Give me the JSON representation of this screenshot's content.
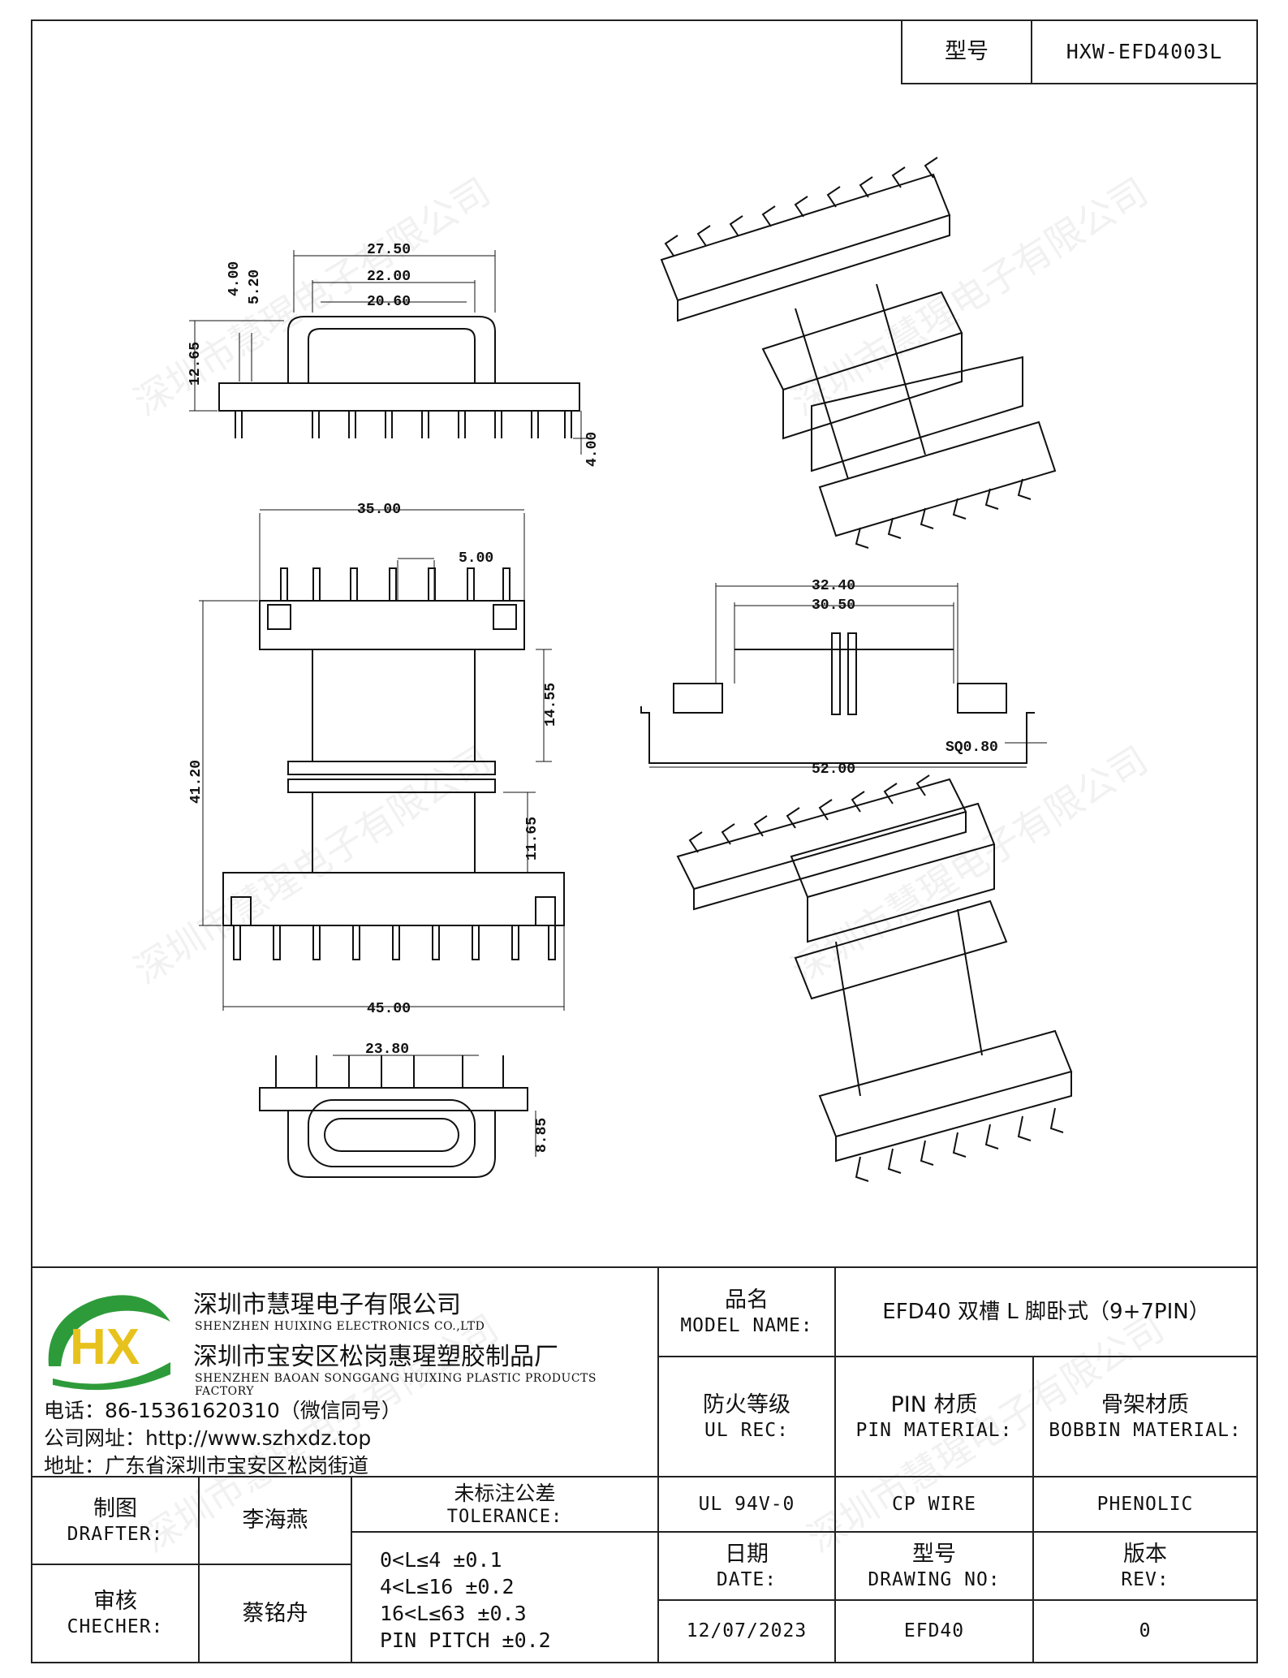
{
  "header": {
    "model_label": "型号",
    "model_value": "HXW-EFD4003L"
  },
  "watermark": "深圳市慧瑆电子有限公司",
  "dimensions": {
    "A": "12.65",
    "B": "4.00",
    "C": "5.20",
    "D": "27.50",
    "E": "22.00",
    "F": "20.60",
    "G": "4.00",
    "H": "35.00",
    "I": "5.00",
    "J": "41.20",
    "K": "14.55",
    "L": "11.65",
    "M": "45.00",
    "N1": "32.40",
    "N2": "30.50",
    "O": "SQ0.80",
    "P": "52.00",
    "Q": "23.80",
    "R": "8.85"
  },
  "company": {
    "logo_text": "HX",
    "name_cn_1": "深圳市慧瑆电子有限公司",
    "name_en_1": "SHENZHEN HUIXING ELECTRONICS CO.,LTD",
    "name_cn_2": "深圳市宝安区松岗惠瑆塑胶制品厂",
    "name_en_2": "SHENZHEN BAOAN SONGGANG HUIXING PLASTIC PRODUCTS FACTORY",
    "phone": "电话：86-15361620310（微信同号）",
    "website": "公司网址：http://www.szhxdz.top",
    "address": "地址：广东省深圳市宝安区松岗街道"
  },
  "title_block": {
    "model_name_cn": "品名",
    "model_name_en": "MODEL NAME:",
    "model_name_value": "EFD40 双槽 L 脚卧式（9+7PIN）",
    "ul_cn": "防火等级",
    "ul_en": "UL REC:",
    "pin_cn": "PIN 材质",
    "pin_en": "PIN MATERIAL:",
    "bobbin_cn": "骨架材质",
    "bobbin_en": "BOBBIN MATERIAL:",
    "ul_value": "UL 94V-0",
    "pin_value": "CP WIRE",
    "bobbin_value": "PHENOLIC",
    "date_cn": "日期",
    "date_en": "DATE:",
    "dwg_cn": "型号",
    "dwg_en": "DRAWING NO:",
    "rev_cn": "版本",
    "rev_en": "REV:",
    "date_value": "12/07/2023",
    "dwg_value": "EFD40",
    "rev_value": "0",
    "drafter_cn": "制图",
    "drafter_en": "DRAFTER:",
    "drafter_name": "李海燕",
    "checker_cn": "审核",
    "checker_en": "CHECHER:",
    "checker_name": "蔡铭舟",
    "tolerance_cn": "未标注公差",
    "tolerance_en": "TOLERANCE:",
    "tolerance_lines": [
      "0<L≤4  ±0.1",
      "4<L≤16 ±0.2",
      "16<L≤63 ±0.3",
      "PIN PITCH ±0.2"
    ]
  },
  "colors": {
    "logo_green": "#2e9b3a",
    "logo_yellow": "#e8c21c",
    "line": "#222222"
  }
}
